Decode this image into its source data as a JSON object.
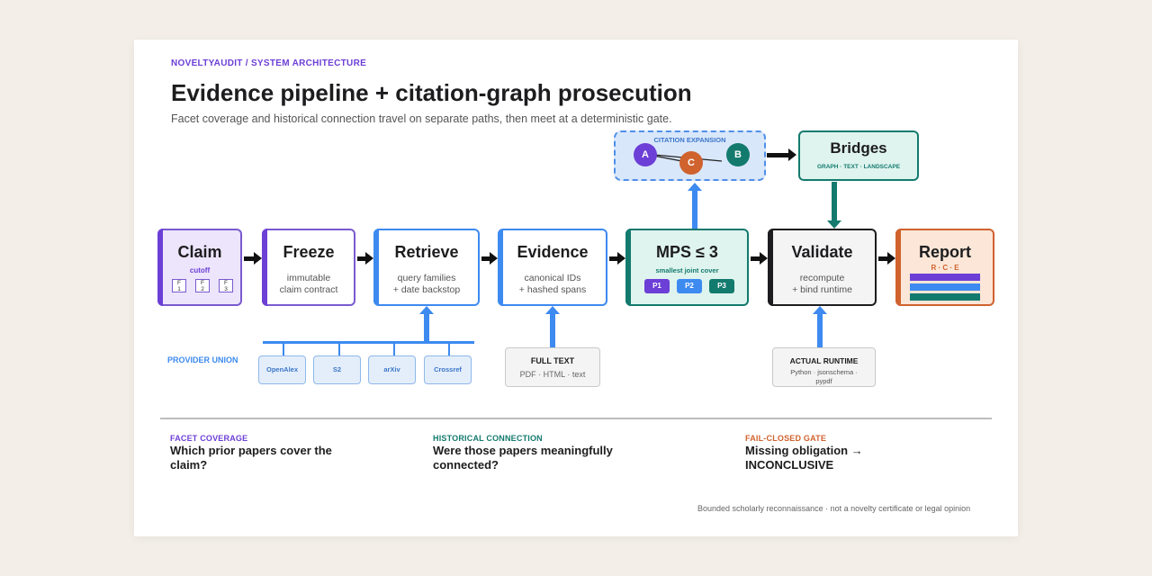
{
  "header": {
    "eyebrow": "NOVELTYAUDIT / SYSTEM ARCHITECTURE",
    "title": "Evidence pipeline + citation-graph prosecution",
    "subtitle": "Facet coverage and historical connection travel on separate paths, then meet at a deterministic gate."
  },
  "stages": {
    "claim": {
      "title": "Claim",
      "sub": "cutoff",
      "facets": [
        "F\n1",
        "F\n2",
        "F\n3"
      ]
    },
    "freeze": {
      "title": "Freeze",
      "sub": "immutable\nclaim contract"
    },
    "retrieve": {
      "title": "Retrieve",
      "sub": "query families\n+ date backstop"
    },
    "evidence": {
      "title": "Evidence",
      "sub": "canonical IDs\n+ hashed spans"
    },
    "mps": {
      "title": "MPS ≤ 3",
      "sub": "smallest joint cover",
      "chips": [
        "P1",
        "P2",
        "P3"
      ]
    },
    "validate": {
      "title": "Validate",
      "sub": "recompute\n+ bind runtime"
    },
    "report": {
      "title": "Report",
      "sub": "R · C · E"
    }
  },
  "citation": {
    "label": "CITATION EXPANSION",
    "nodes": [
      "A",
      "C",
      "B"
    ]
  },
  "bridges": {
    "title": "Bridges",
    "sub": "GRAPH · TEXT · LANDSCAPE"
  },
  "providers": {
    "label": "PROVIDER UNION",
    "items": [
      "OpenAlex",
      "S2",
      "arXiv",
      "Crossref"
    ]
  },
  "fulltext": {
    "title": "FULL TEXT",
    "sub": "PDF · HTML · text"
  },
  "runtime": {
    "title": "ACTUAL RUNTIME",
    "sub": "Python · jsonschema ·\npypdf"
  },
  "footer": {
    "facet": {
      "key": "FACET COVERAGE",
      "value": "Which prior papers cover the claim?"
    },
    "historical": {
      "key": "HISTORICAL CONNECTION",
      "value": "Were those papers meaningfully connected?"
    },
    "gate": {
      "key": "FAIL-CLOSED GATE",
      "value": "Missing obligation → INCONCLUSIVE"
    },
    "note": "Bounded scholarly reconnaissance · not a novelty certificate or legal opinion"
  },
  "colors": {
    "purple": "#6c3fd6",
    "blue": "#3d8af0",
    "teal": "#137a6e",
    "orange": "#d0622e",
    "dark": "#1d1d1f"
  }
}
